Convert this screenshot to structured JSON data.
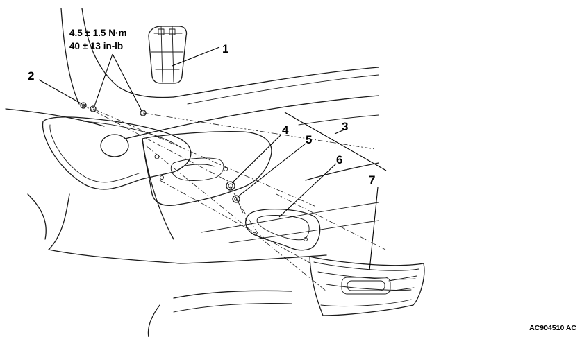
{
  "torque": {
    "metric": "4.5 ± 1.5 N·m",
    "imperial": "40 ± 13 in-lb"
  },
  "callouts": {
    "c1": "1",
    "c2": "2",
    "c3": "3",
    "c4": "4",
    "c5": "5",
    "c6": "6",
    "c7": "7"
  },
  "figure_code": "AC904510 AC"
}
